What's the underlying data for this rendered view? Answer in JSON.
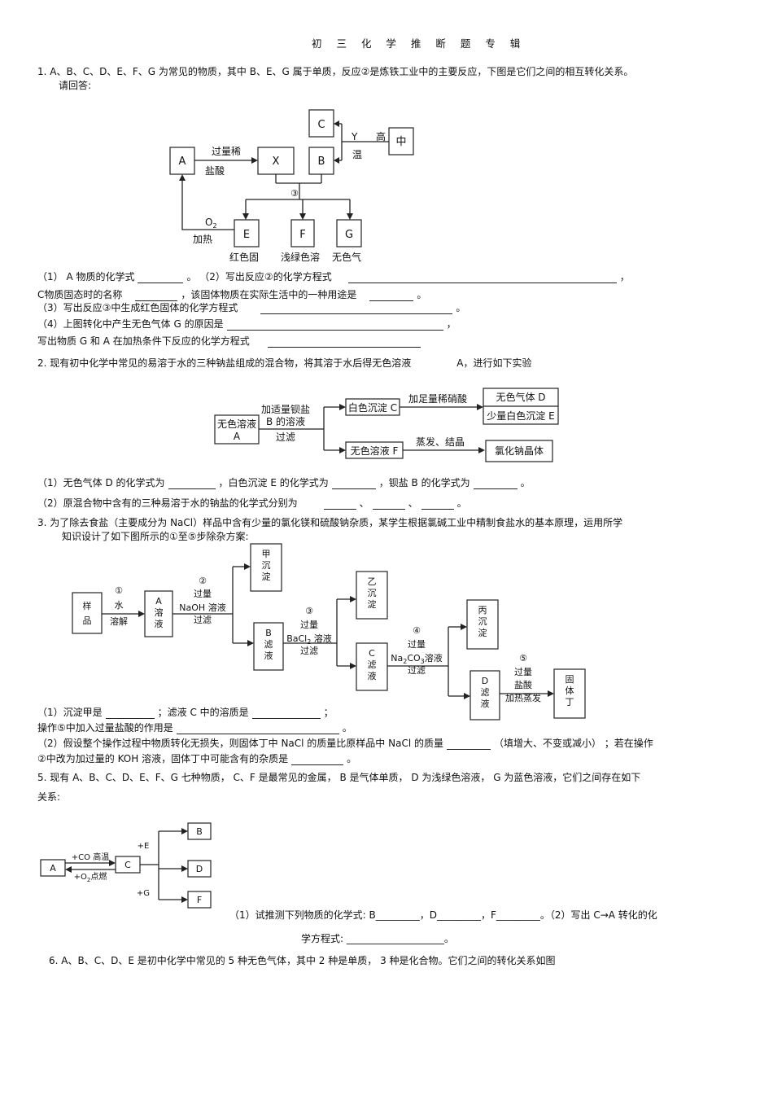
{
  "doc_title": "初 三 化 学 推 断 题 专 辑",
  "q1": {
    "intro": "1.  A、B、C、D、E、F、G 为常见的物质，其中    B、E、G 属于单质，反应②是炼铁工业中的主要反应，下图是它们之间的相互转化关系。",
    "intro2": "请回答:",
    "diagram": {
      "nodes": {
        "A": "A",
        "X": "X",
        "B": "B",
        "C": "C",
        "zhong": "中",
        "E": "E",
        "F": "F",
        "G": "G"
      },
      "labels": {
        "guo": "过量稀",
        "yan": "盐酸",
        "Y": "Y",
        "gao": "高",
        "wen": "温",
        "three": "③",
        "o2": "O",
        "o2sub": "2",
        "jiare": "加热",
        "e_desc": "红色固",
        "f_desc": "浅绿色溶",
        "g_desc": "无色气"
      }
    },
    "p1a": "（1） A 物质的化学式",
    "p1b": "。  （2）写出反应②的化学方程式",
    "p1c": "，",
    "p2a": "C物质固态时的名称",
    "p2b": "，该固体物质在实际生活中的一种用途是",
    "p2c": "。",
    "p3a": "（3）写出反应③中生成红色固体的化学方程式",
    "p3b": "。",
    "p4a": "（4）上图转化中产生无色气体     G 的原因是",
    "p4b": "，",
    "p5a": "写出物质  G 和 A 在加热条件下反应的化学方程式"
  },
  "q2": {
    "intro_a": "2.  现有初中化学中常见的易溶于水的三种钠盐组成的混合物，将其溶于水后得无色溶液",
    "intro_b": "A，进行如下实验",
    "diagram": {
      "a1": "无色溶液",
      "a2": "A",
      "r1": "加适量钡盐",
      "r2": "B 的溶液",
      "r3": "过滤",
      "c": "白色沉淀 C",
      "acid": "加足量稀硝酸",
      "d": "无色气体 D",
      "e": "少量白色沉淀 E",
      "f": "无色溶液 F",
      "evap": "蒸发、结晶",
      "nacl": "氯化钠晶体"
    },
    "p1a": "（1）无色气体   D 的化学式为",
    "p1b": "，白色沉淀   E 的化学式为",
    "p1c": "，钡盐  B 的化学式为",
    "p1d": "。",
    "p2a": "（2）原混合物中含有的三种易溶于水的钠盐的化学式分别为",
    "sep1": "、",
    "sep2": "、",
    "end": "。"
  },
  "q3": {
    "intro_a": "3.  为了除去食盐（主要成分为       NaCl）样品中含有少量的氯化镁和硫酸钠杂质，某学生根据氯碱工业中精制食盐水的基本原理，运用所学",
    "intro_b": "知识设计了如下图所示的①至⑤步除杂方案:",
    "diagram": {
      "sample": [
        "样",
        "品"
      ],
      "s1": [
        "①",
        "水",
        "溶解"
      ],
      "A": [
        "A",
        "溶",
        "液"
      ],
      "s2": [
        "②",
        "过量",
        "NaOH 溶液",
        "过滤"
      ],
      "jia": [
        "甲",
        "沉",
        "淀"
      ],
      "B": [
        "B",
        "滤",
        "液"
      ],
      "s3": [
        "③",
        "过量",
        "BaCl",
        "2",
        " 溶液",
        "过滤"
      ],
      "yi": [
        "乙",
        "沉",
        "淀"
      ],
      "C": [
        "C",
        "滤",
        "液"
      ],
      "s4": [
        "④",
        "过量",
        "Na",
        "2",
        "CO",
        "3",
        "溶液",
        "过滤"
      ],
      "bing": [
        "丙",
        "沉",
        "淀"
      ],
      "D": [
        "D",
        "滤",
        "液"
      ],
      "s5": [
        "⑤",
        "过量",
        "盐酸",
        "加热蒸发"
      ],
      "ding": [
        "固",
        "体",
        "丁"
      ]
    },
    "p1a": "（1）沉淀甲是",
    "p1b": "；滤液  C 中的溶质是",
    "p1c": "；",
    "p2a": "操作⑤中加入过量盐酸的作用是",
    "p2b": "。",
    "p3a": "（2）假设整个操作过程中物质转化无损失，则固体丁中          NaCl 的质量比原样品中    NaCl 的质量",
    "p3b": "（填增大、不变或减小）   ；若在操作",
    "p4a": "②中改为加过量的     KOH 溶液，固体丁中可能含有的杂质是",
    "p4b": "。"
  },
  "q5": {
    "intro_a": "5.  现有  A、B、C、D、E、F、G 七种物质，   C、F 是最常见的金属，    B 是气体单质，   D 为浅绿色溶液，   G 为蓝色溶液，它们之间存在如下",
    "intro_b": "关系:",
    "diagram": {
      "A": "A",
      "C": "C",
      "B": "B",
      "D": "D",
      "F": "F",
      "co": "+CO 高温",
      "o2a": "+O",
      "o2b": "2",
      "o2c": "点燃",
      "pe": "+E",
      "pg": "+G"
    },
    "p1": "（1）试推测下列物质的化学式:     B_________，D_________，F_________。（2）写出  C→A 转化的化",
    "p2": "学方程式:    ____________________。"
  },
  "q6": {
    "intro": "6.  A、B、C、D、E 是初中化学中常见的     5 种无色气体，其中    2 种是单质，   3 种是化合物。它们之间的转化关系如图"
  }
}
